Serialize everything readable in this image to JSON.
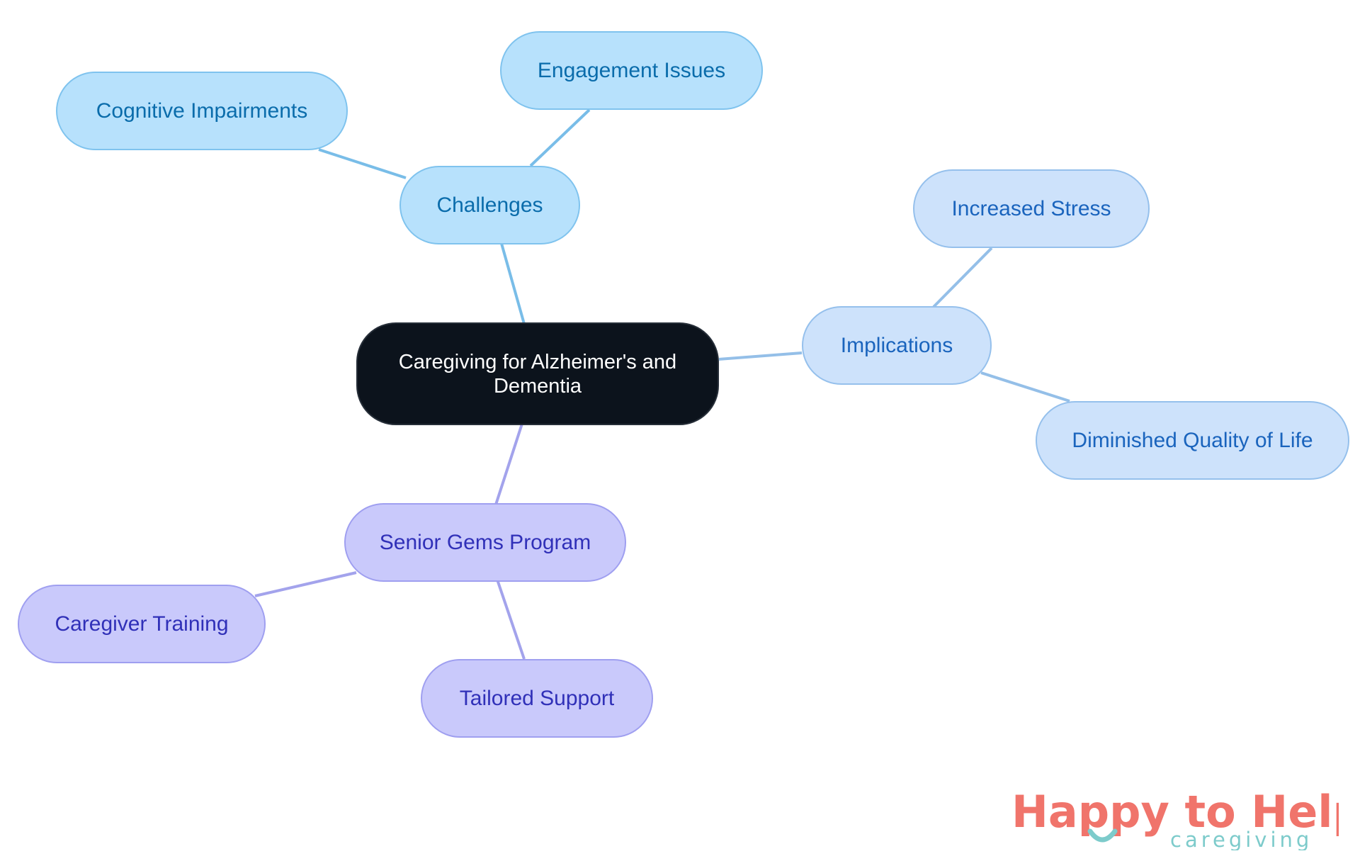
{
  "diagram": {
    "root": {
      "label": "Caregiving for Alzheimer's and Dementia"
    },
    "branches": [
      {
        "label": "Challenges",
        "children": [
          "Cognitive Impairments",
          "Engagement Issues"
        ]
      },
      {
        "label": "Implications",
        "children": [
          "Increased Stress",
          "Diminished Quality of Life"
        ]
      },
      {
        "label": "Senior Gems Program",
        "children": [
          "Caregiver Training",
          "Tailored Support"
        ]
      }
    ]
  },
  "logo": {
    "main": "Happy to Help",
    "sub": "caregiving",
    "main_color": "#f0746b",
    "accent_color": "#7dcbcb"
  },
  "colors": {
    "root_fill": "#0c131c",
    "challenges_fill": "#b7e1fc",
    "implications_fill": "#cde2fb",
    "program_fill": "#c9c9fb"
  }
}
